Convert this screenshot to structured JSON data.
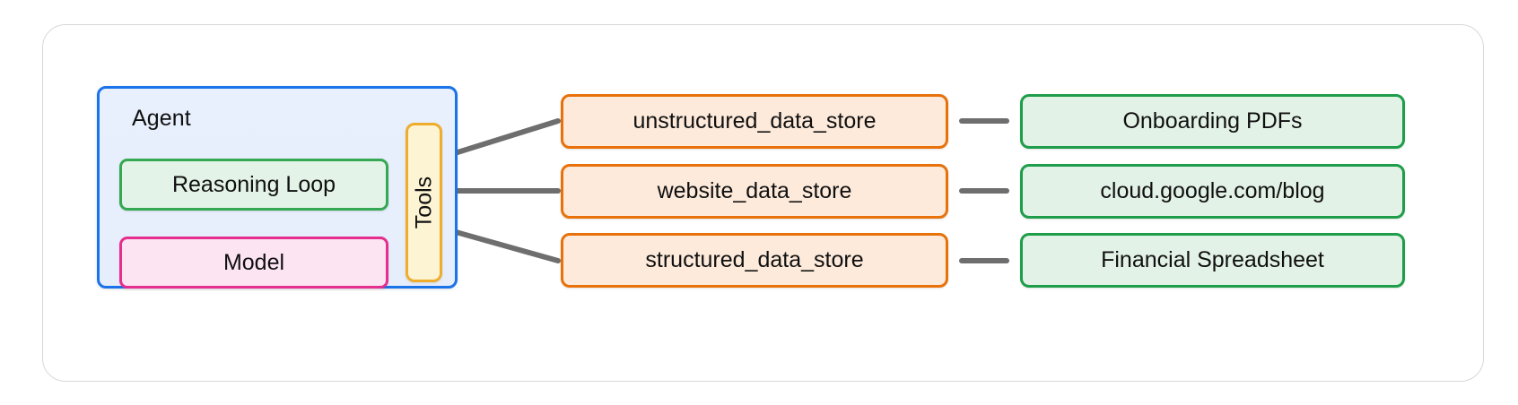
{
  "diagram": {
    "agent": {
      "title": "Agent",
      "components": [
        {
          "label": "Reasoning Loop",
          "kind": "reasoning-loop",
          "border_color": "#34a853",
          "fill_color": "#e4f3e7"
        },
        {
          "label": "Model",
          "kind": "model",
          "border_color": "#e52e8d",
          "fill_color": "#fce4f3"
        }
      ],
      "tools": {
        "label": "Tools",
        "orientation": "vertical",
        "border_color": "#f0ad2b",
        "fill_color": "#fdf4d4"
      },
      "border_color": "#1a73e8",
      "fill_color": "#e9f0fd"
    },
    "data_stores": [
      {
        "label": "unstructured_data_store",
        "border_color": "#e8710a",
        "fill_color": "#fdeadb"
      },
      {
        "label": "website_data_store",
        "border_color": "#e8710a",
        "fill_color": "#fdeadb"
      },
      {
        "label": "structured_data_store",
        "border_color": "#e8710a",
        "fill_color": "#fdeadb"
      }
    ],
    "sources": [
      {
        "label": "Onboarding PDFs",
        "border_color": "#1e9e4a",
        "fill_color": "#e3f2e7"
      },
      {
        "label": "cloud.google.com/blog",
        "border_color": "#1e9e4a",
        "fill_color": "#e3f2e7"
      },
      {
        "label": "Financial Spreadsheet",
        "border_color": "#1e9e4a",
        "fill_color": "#e3f2e7"
      }
    ],
    "connector_color": "#6e6e6e",
    "outer_border_color": "#d8d8d8"
  }
}
